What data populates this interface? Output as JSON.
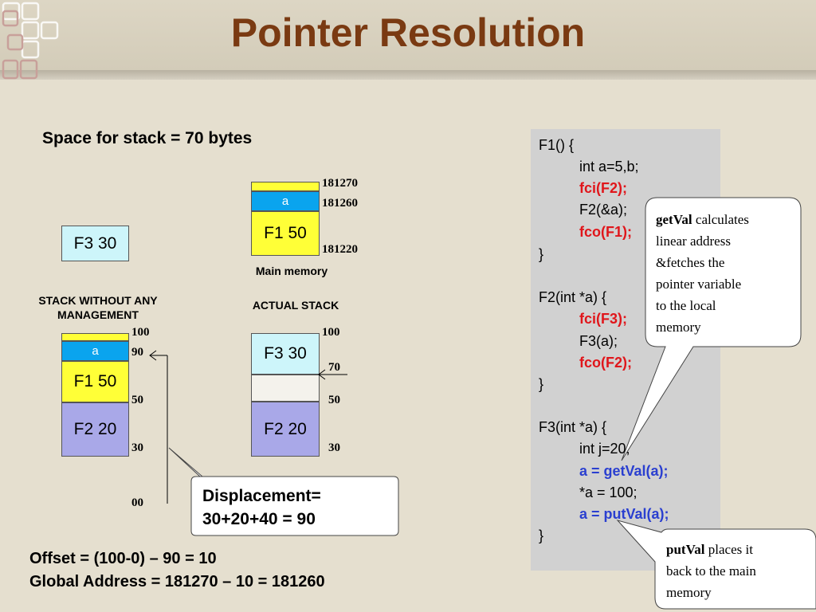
{
  "title": "Pointer Resolution",
  "space_note": "Space for stack = 70 bytes",
  "main_memory": {
    "label": "Main memory",
    "cell_a": "a",
    "cell_f1": "F1  50",
    "addr_top": "181270",
    "addr_a": "181260",
    "addr_bottom": "181220"
  },
  "f3_box": "F3 30",
  "stack_no_mgmt": {
    "label_line1": "STACK WITHOUT ANY",
    "label_line2": "MANAGEMENT",
    "cell_a": "a",
    "cell_f1": "F1  50",
    "cell_f2": "F2 20",
    "nums": [
      "100",
      "90",
      "50",
      "30",
      "00"
    ]
  },
  "actual_stack": {
    "label": "ACTUAL STACK",
    "cell_f3": "F3 30",
    "cell_f2": "F2 20",
    "nums": [
      "100",
      "70",
      "50",
      "30"
    ]
  },
  "displacement": {
    "line1": "Displacement=",
    "line2": "30+20+40 = 90"
  },
  "offset_line": "Offset =  (100-0) – 90 = 10",
  "global_line": "Global Address = 181270 – 10 = 181260",
  "code": {
    "l1": "F1() {",
    "l2": "int a=5,b;",
    "l3": "fci(F2);",
    "l4": "F2(&a);",
    "l5": "fco(F1);",
    "l6": "}",
    "l7": "F2(int *a) {",
    "l8": "fci(F3);",
    "l9": "F3(a);",
    "l10": "fco(F2);",
    "l11": "}",
    "l12": "F3(int *a) {",
    "l13": "int j=20;",
    "l14": "a = getVal(a);",
    "l15": "*a = 100;",
    "l16": "a = putVal(a);",
    "l17": "}"
  },
  "getval_callout": {
    "keyword": "getVal",
    "l1": " calculates",
    "l2": "linear address",
    "l3": "&fetches the",
    "l4": "pointer  variable",
    "l5": "to the local",
    "l6": "memory"
  },
  "putval_callout": {
    "keyword": "putVal",
    "l1": "  places it",
    "l2": "back to the  main",
    "l3": "memory"
  },
  "colors": {
    "title": "#7a3a12",
    "yellow": "#ffff37",
    "blue": "#0aa4ee",
    "cyan": "#cdf5fa",
    "lavender": "#a9a8e8",
    "red_code": "#e0161b",
    "blue_code": "#2a3fd0"
  }
}
